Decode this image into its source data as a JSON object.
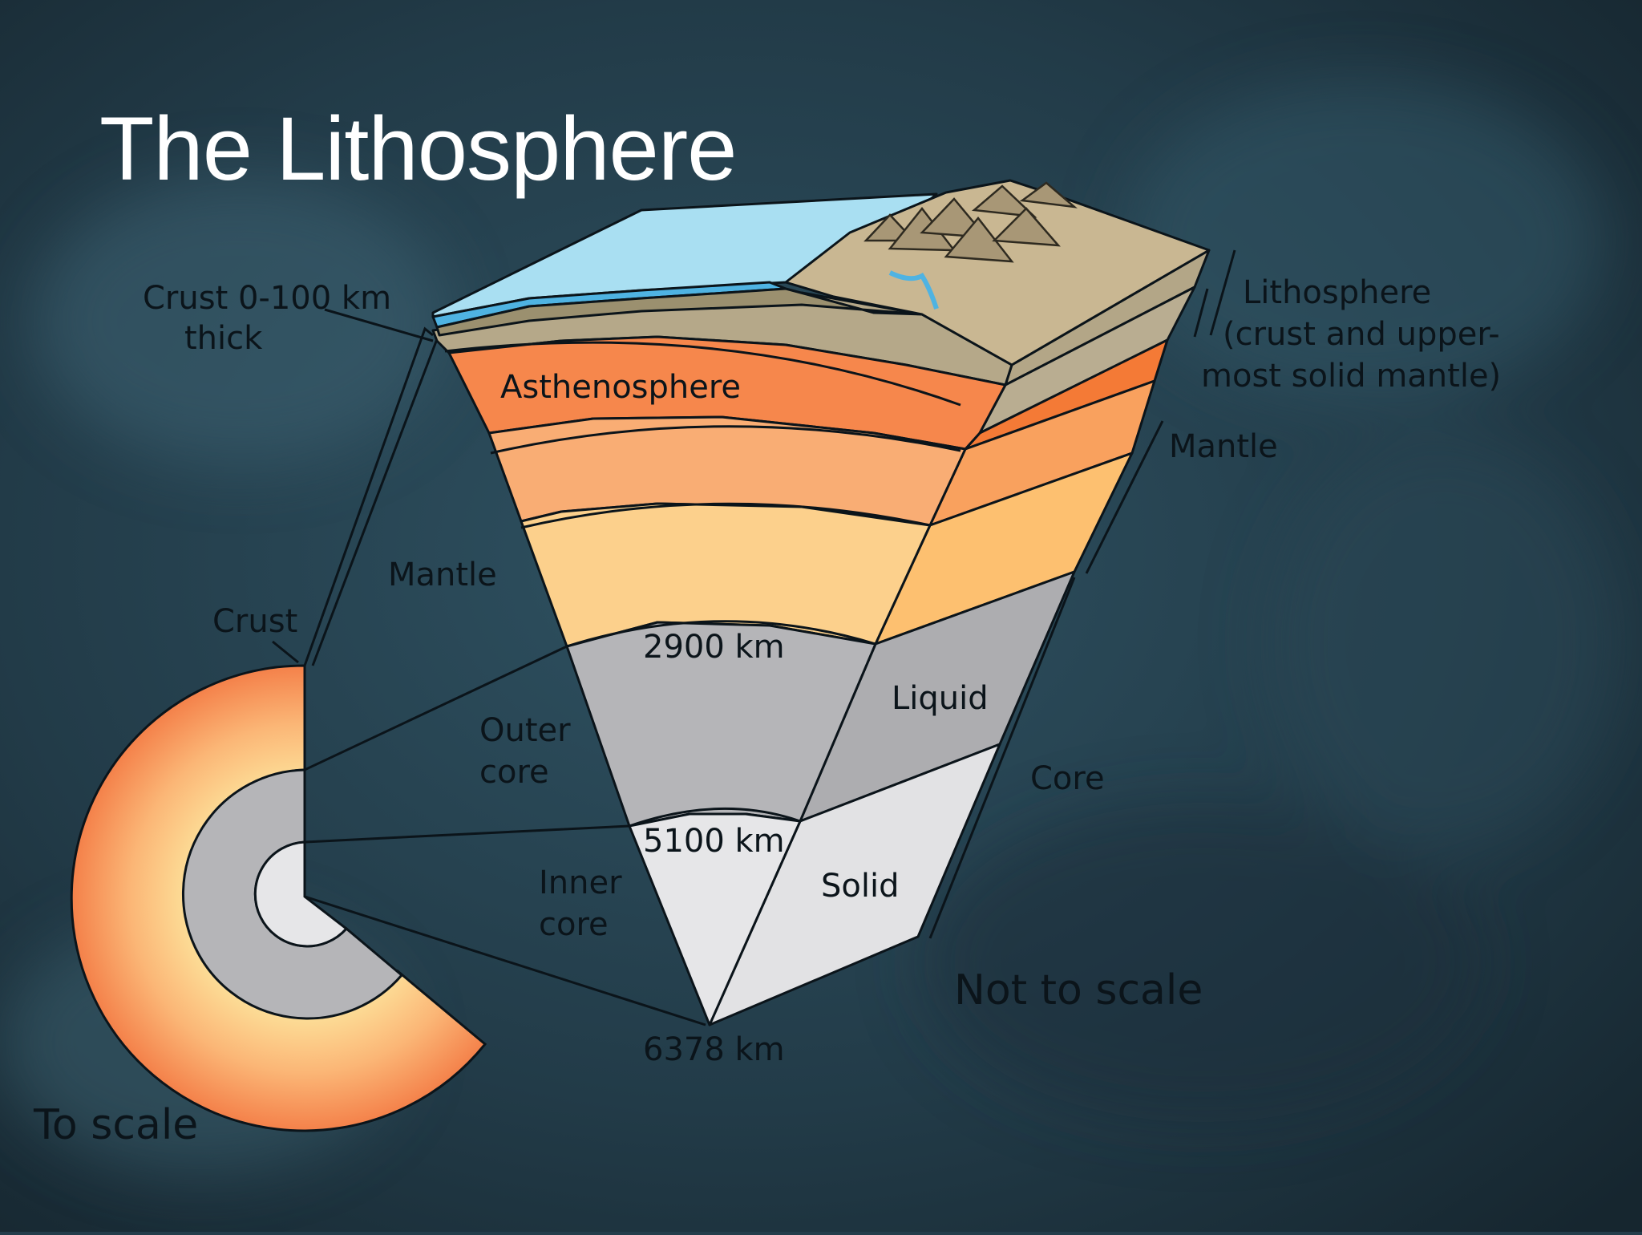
{
  "slide": {
    "title": "The Lithosphere"
  },
  "colors": {
    "background": "#243d4b",
    "ocean": "#a9dff2",
    "water_band": "#4fb3e2",
    "rock": "#b7a98a",
    "rock_dark": "#8f8468",
    "asthenosphere": "#f6874c",
    "upper_mantle": "#f9ad74",
    "lower_mantle": "#fcd08c",
    "outer_core": "#b5b5b8",
    "inner_core": "#e6e6e8",
    "label": "#0b141a"
  },
  "labels": {
    "crust_thickness": [
      "Crust 0-100 km",
      "thick"
    ],
    "asthenosphere": "Asthenosphere",
    "lithosphere": [
      "Lithosphere",
      "(crust and upper-",
      "most solid mantle)"
    ],
    "mantle_right": "Mantle",
    "mantle_left": "Mantle",
    "crust_left": "Crust",
    "depth_2900": "2900 km",
    "depth_5100": "5100 km",
    "depth_6378": "6378 km",
    "outer_core": [
      "Outer",
      "core"
    ],
    "inner_core": [
      "Inner",
      "core"
    ],
    "liquid": "Liquid",
    "solid": "Solid",
    "core_right": "Core",
    "not_to_scale": "Not to scale",
    "to_scale": "To scale"
  }
}
